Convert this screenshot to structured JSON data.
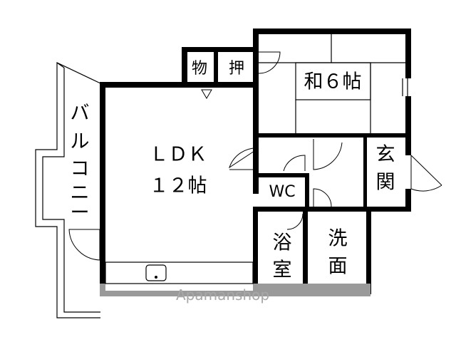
{
  "rooms": {
    "ldk_line1": "ＬＤＫ",
    "ldk_line2": "１２帖",
    "washitsu": "和６帖",
    "balcony": [
      "バ",
      "ル",
      "コ",
      "ニ",
      "ー"
    ],
    "genkan": [
      "玄",
      "関"
    ],
    "wc": "WC",
    "bath": [
      "浴",
      "室"
    ],
    "senmen": [
      "洗",
      "面"
    ],
    "mono": "物",
    "oshi": "押"
  },
  "watermark": "Apamanshop"
}
